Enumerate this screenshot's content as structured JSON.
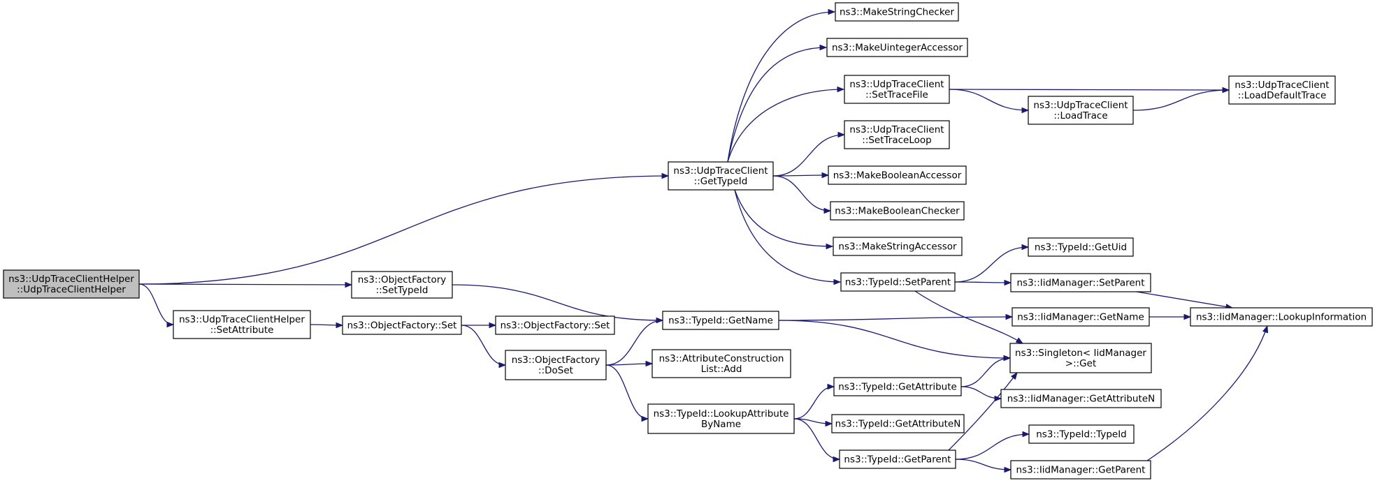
{
  "diagram": {
    "colors": {
      "edge": "#191970",
      "root_fill": "#bfbfbf",
      "node_fill": "#ffffff",
      "node_border": "#000000"
    },
    "nodes": [
      {
        "id": "helper_ctor",
        "lines": [
          "ns3::UdpTraceClientHelper",
          "::UdpTraceClientHelper"
        ],
        "root": true
      },
      {
        "id": "client_gettypeid",
        "lines": [
          "ns3::UdpTraceClient",
          "::GetTypeId"
        ]
      },
      {
        "id": "of_settypeid",
        "lines": [
          "ns3::ObjectFactory",
          "::SetTypeId"
        ]
      },
      {
        "id": "helper_setattr",
        "lines": [
          "ns3::UdpTraceClientHelper",
          "::SetAttribute"
        ]
      },
      {
        "id": "make_string_checker",
        "lines": [
          "ns3::MakeStringChecker"
        ]
      },
      {
        "id": "make_uinteger_accessor",
        "lines": [
          "ns3::MakeUintegerAccessor"
        ]
      },
      {
        "id": "client_settracefile",
        "lines": [
          "ns3::UdpTraceClient",
          "::SetTraceFile"
        ]
      },
      {
        "id": "client_settraceloop",
        "lines": [
          "ns3::UdpTraceClient",
          "::SetTraceLoop"
        ]
      },
      {
        "id": "make_boolean_accessor",
        "lines": [
          "ns3::MakeBooleanAccessor"
        ]
      },
      {
        "id": "make_boolean_checker",
        "lines": [
          "ns3::MakeBooleanChecker"
        ]
      },
      {
        "id": "make_string_accessor",
        "lines": [
          "ns3::MakeStringAccessor"
        ]
      },
      {
        "id": "typeid_setparent",
        "lines": [
          "ns3::TypeId::SetParent"
        ]
      },
      {
        "id": "client_loadtrace",
        "lines": [
          "ns3::UdpTraceClient",
          "::LoadTrace"
        ]
      },
      {
        "id": "client_loaddefaulttrace",
        "lines": [
          "ns3::UdpTraceClient",
          "::LoadDefaultTrace"
        ]
      },
      {
        "id": "typeid_getuid",
        "lines": [
          "ns3::TypeId::GetUid"
        ]
      },
      {
        "id": "iid_setparent",
        "lines": [
          "ns3::IidManager::SetParent"
        ]
      },
      {
        "id": "iid_getname",
        "lines": [
          "ns3::IidManager::GetName"
        ]
      },
      {
        "id": "iid_lookupinfo",
        "lines": [
          "ns3::IidManager::LookupInformation"
        ]
      },
      {
        "id": "singleton_get",
        "lines": [
          "ns3::Singleton< IidManager",
          ">::Get"
        ]
      },
      {
        "id": "typeid_getname",
        "lines": [
          "ns3::TypeId::GetName"
        ]
      },
      {
        "id": "of_set",
        "lines": [
          "ns3::ObjectFactory::Set"
        ]
      },
      {
        "id": "of_set2",
        "lines": [
          "ns3::ObjectFactory::Set"
        ]
      },
      {
        "id": "of_doset",
        "lines": [
          "ns3::ObjectFactory",
          "::DoSet"
        ]
      },
      {
        "id": "acl_add",
        "lines": [
          "ns3::AttributeConstruction",
          "List::Add"
        ]
      },
      {
        "id": "typeid_lookupattr",
        "lines": [
          "ns3::TypeId::LookupAttribute",
          "ByName"
        ]
      },
      {
        "id": "typeid_getattribute",
        "lines": [
          "ns3::TypeId::GetAttribute"
        ]
      },
      {
        "id": "iid_getattributen",
        "lines": [
          "ns3::IidManager::GetAttributeN"
        ]
      },
      {
        "id": "typeid_getattributen",
        "lines": [
          "ns3::TypeId::GetAttributeN"
        ]
      },
      {
        "id": "typeid_getparent",
        "lines": [
          "ns3::TypeId::GetParent"
        ]
      },
      {
        "id": "typeid_typeid",
        "lines": [
          "ns3::TypeId::TypeId"
        ]
      },
      {
        "id": "iid_getparent",
        "lines": [
          "ns3::IidManager::GetParent"
        ]
      }
    ],
    "edges": [
      [
        "helper_ctor",
        "client_gettypeid"
      ],
      [
        "helper_ctor",
        "of_settypeid"
      ],
      [
        "helper_ctor",
        "helper_setattr"
      ],
      [
        "client_gettypeid",
        "make_string_checker"
      ],
      [
        "client_gettypeid",
        "make_uinteger_accessor"
      ],
      [
        "client_gettypeid",
        "client_settracefile"
      ],
      [
        "client_gettypeid",
        "client_settraceloop"
      ],
      [
        "client_gettypeid",
        "make_boolean_accessor"
      ],
      [
        "client_gettypeid",
        "make_boolean_checker"
      ],
      [
        "client_gettypeid",
        "make_string_accessor"
      ],
      [
        "client_gettypeid",
        "typeid_setparent"
      ],
      [
        "client_settracefile",
        "client_loaddefaulttrace"
      ],
      [
        "client_settracefile",
        "client_loadtrace"
      ],
      [
        "client_loadtrace",
        "client_loaddefaulttrace"
      ],
      [
        "typeid_setparent",
        "typeid_getuid"
      ],
      [
        "typeid_setparent",
        "iid_setparent"
      ],
      [
        "typeid_setparent",
        "singleton_get"
      ],
      [
        "iid_setparent",
        "iid_lookupinfo"
      ],
      [
        "of_settypeid",
        "typeid_getname"
      ],
      [
        "typeid_getname",
        "iid_getname"
      ],
      [
        "typeid_getname",
        "singleton_get"
      ],
      [
        "iid_getname",
        "iid_lookupinfo"
      ],
      [
        "helper_setattr",
        "of_set"
      ],
      [
        "of_set",
        "of_set2"
      ],
      [
        "of_set",
        "of_doset"
      ],
      [
        "of_doset",
        "typeid_getname"
      ],
      [
        "of_doset",
        "acl_add"
      ],
      [
        "of_doset",
        "typeid_lookupattr"
      ],
      [
        "typeid_lookupattr",
        "typeid_getattribute"
      ],
      [
        "typeid_lookupattr",
        "typeid_getattributen"
      ],
      [
        "typeid_lookupattr",
        "typeid_getparent"
      ],
      [
        "typeid_getattribute",
        "singleton_get"
      ],
      [
        "typeid_getattribute",
        "iid_getattributen"
      ],
      [
        "typeid_getparent",
        "singleton_get"
      ],
      [
        "typeid_getparent",
        "typeid_typeid"
      ],
      [
        "typeid_getparent",
        "iid_getparent"
      ],
      [
        "iid_getparent",
        "iid_lookupinfo"
      ]
    ]
  }
}
